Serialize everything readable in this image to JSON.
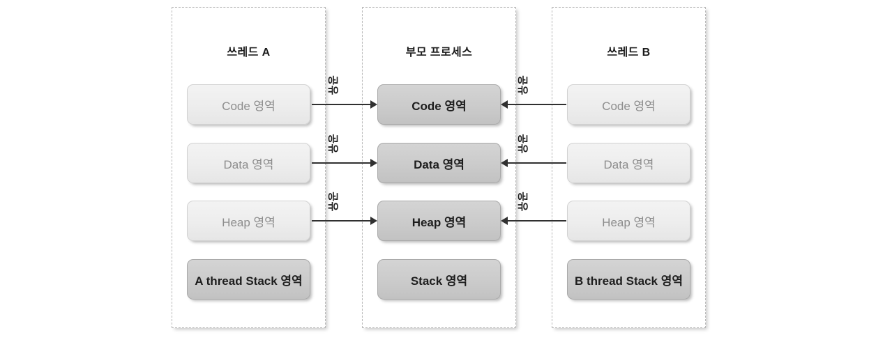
{
  "diagram": {
    "type": "process-thread-memory-layout",
    "panels": [
      {
        "id": "thread-a",
        "title": "쓰레드 A",
        "segments": [
          {
            "label": "Code 영역",
            "style": "light"
          },
          {
            "label": "Data 영역",
            "style": "light"
          },
          {
            "label": "Heap 영역",
            "style": "light"
          },
          {
            "label": "A thread Stack 영역",
            "style": "dark"
          }
        ]
      },
      {
        "id": "parent-process",
        "title": "부모 프로세스",
        "segments": [
          {
            "label": "Code 영역",
            "style": "dark"
          },
          {
            "label": "Data 영역",
            "style": "dark"
          },
          {
            "label": "Heap 영역",
            "style": "dark"
          },
          {
            "label": "Stack 영역",
            "style": "dark"
          }
        ]
      },
      {
        "id": "thread-b",
        "title": "쓰레드 B",
        "segments": [
          {
            "label": "Code 영역",
            "style": "light"
          },
          {
            "label": "Data 영역",
            "style": "light"
          },
          {
            "label": "Heap 영역",
            "style": "light"
          },
          {
            "label": "B thread Stack 영역",
            "style": "dark"
          }
        ]
      }
    ],
    "connections": [
      {
        "id": "share-a-code",
        "label": "공유",
        "from": "thread-a",
        "to": "parent-process",
        "row": "Code",
        "direction": "right"
      },
      {
        "id": "share-a-data",
        "label": "공유",
        "from": "thread-a",
        "to": "parent-process",
        "row": "Data",
        "direction": "right"
      },
      {
        "id": "share-a-heap",
        "label": "공유",
        "from": "thread-a",
        "to": "parent-process",
        "row": "Heap",
        "direction": "right"
      },
      {
        "id": "share-b-code",
        "label": "공유",
        "from": "thread-b",
        "to": "parent-process",
        "row": "Code",
        "direction": "left"
      },
      {
        "id": "share-b-data",
        "label": "공유",
        "from": "thread-b",
        "to": "parent-process",
        "row": "Data",
        "direction": "left"
      },
      {
        "id": "share-b-heap",
        "label": "공유",
        "from": "thread-b",
        "to": "parent-process",
        "row": "Heap",
        "direction": "left"
      }
    ],
    "colors": {
      "background": "#ffffff",
      "panel_border": "#b8b8b8",
      "segment_light_fill": "#ededed",
      "segment_light_text": "#8d8d8d",
      "segment_dark_fill": "#cbcbcb",
      "segment_dark_text": "#1d1d1d",
      "arrow": "#303030"
    }
  }
}
